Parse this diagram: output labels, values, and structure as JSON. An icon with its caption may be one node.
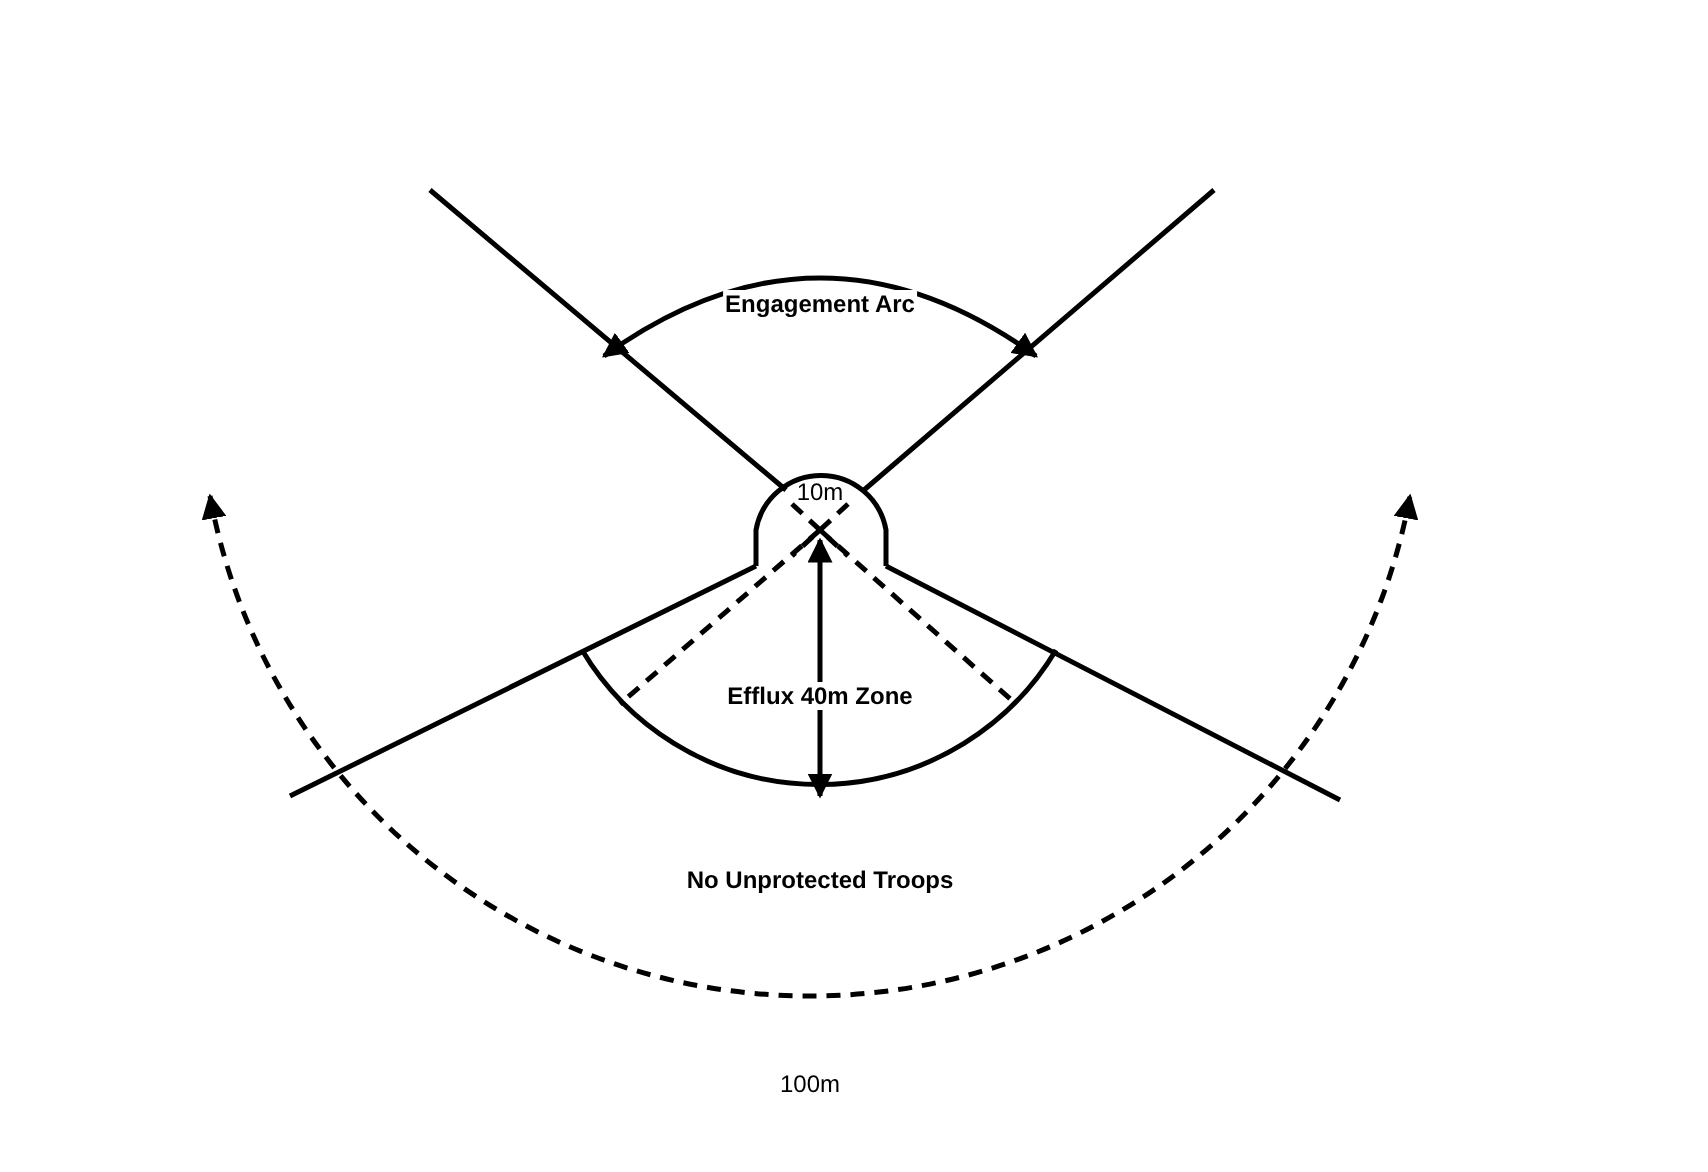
{
  "diagram": {
    "labels": [
      "Engagement Arc",
      "10m",
      "Efflux 40m Zone",
      "No Unprotected Troops",
      "100m"
    ]
  }
}
